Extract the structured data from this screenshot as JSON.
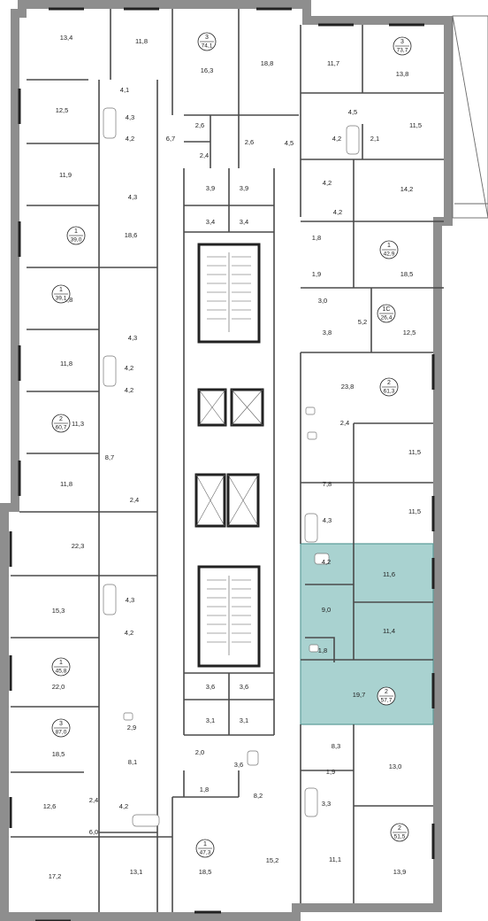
{
  "colors": {
    "wall": "#8e8e8e",
    "highlight": "#a9d2d0",
    "highlight_stroke": "#5f9e9b",
    "text": "#222222"
  },
  "rooms": [
    {
      "id": "r1",
      "label": "13,4"
    },
    {
      "id": "r2",
      "label": "11,8"
    },
    {
      "id": "r3",
      "label": "16,3"
    },
    {
      "id": "r4",
      "label": "18,8"
    },
    {
      "id": "r5",
      "label": "11,7"
    },
    {
      "id": "r6",
      "label": "13,8"
    },
    {
      "id": "r7",
      "label": "4,1"
    },
    {
      "id": "r8",
      "label": "12,5"
    },
    {
      "id": "r9",
      "label": "4,3"
    },
    {
      "id": "r10",
      "label": "4,2"
    },
    {
      "id": "r11",
      "label": "6,7"
    },
    {
      "id": "r12",
      "label": "2,6"
    },
    {
      "id": "r13",
      "label": "2,4"
    },
    {
      "id": "r14",
      "label": "2,6"
    },
    {
      "id": "r15",
      "label": "4,5"
    },
    {
      "id": "r16",
      "label": "4,5"
    },
    {
      "id": "r17",
      "label": "4,2"
    },
    {
      "id": "r18",
      "label": "2,1"
    },
    {
      "id": "r19",
      "label": "11,5"
    },
    {
      "id": "r20",
      "label": "11,9"
    },
    {
      "id": "r21",
      "label": "4,3"
    },
    {
      "id": "r22",
      "label": "3,9"
    },
    {
      "id": "r23",
      "label": "3,9"
    },
    {
      "id": "r24",
      "label": "4,2"
    },
    {
      "id": "r25",
      "label": "14,2"
    },
    {
      "id": "r26",
      "label": "3,4"
    },
    {
      "id": "r27",
      "label": "3,4"
    },
    {
      "id": "r28",
      "label": "4,2"
    },
    {
      "id": "r29",
      "label": "18,6"
    },
    {
      "id": "r30",
      "label": "1,8"
    },
    {
      "id": "r31",
      "label": "18,5"
    },
    {
      "id": "r32",
      "label": "1,9"
    },
    {
      "id": "r33",
      "label": "18,8"
    },
    {
      "id": "r34",
      "label": "3,0"
    },
    {
      "id": "r35",
      "label": "5,2"
    },
    {
      "id": "r36",
      "label": "3,8"
    },
    {
      "id": "r37",
      "label": "12,5"
    },
    {
      "id": "r38",
      "label": "4,3"
    },
    {
      "id": "r39",
      "label": "11,8"
    },
    {
      "id": "r40",
      "label": "4,2"
    },
    {
      "id": "r41",
      "label": "23,8"
    },
    {
      "id": "r42",
      "label": "4,2"
    },
    {
      "id": "r43",
      "label": "11,3"
    },
    {
      "id": "r44",
      "label": "2,4"
    },
    {
      "id": "r45",
      "label": "8,7"
    },
    {
      "id": "r46",
      "label": "11,5"
    },
    {
      "id": "r47",
      "label": "11,8"
    },
    {
      "id": "r48",
      "label": "7,8"
    },
    {
      "id": "r49",
      "label": "2,4"
    },
    {
      "id": "r50",
      "label": "11,5"
    },
    {
      "id": "r51",
      "label": "22,3"
    },
    {
      "id": "r52",
      "label": "4,3"
    },
    {
      "id": "r53",
      "label": "4,2"
    },
    {
      "id": "r54",
      "label": "11,6"
    },
    {
      "id": "r55",
      "label": "15,3"
    },
    {
      "id": "r56",
      "label": "4,3"
    },
    {
      "id": "r57",
      "label": "9,0"
    },
    {
      "id": "r58",
      "label": "4,2"
    },
    {
      "id": "r59",
      "label": "11,4"
    },
    {
      "id": "r60",
      "label": "1,8"
    },
    {
      "id": "r61",
      "label": "22,0"
    },
    {
      "id": "r62",
      "label": "19,7"
    },
    {
      "id": "r63",
      "label": "3,6"
    },
    {
      "id": "r64",
      "label": "3,6"
    },
    {
      "id": "r65",
      "label": "3,1"
    },
    {
      "id": "r66",
      "label": "3,1"
    },
    {
      "id": "r67",
      "label": "2,9"
    },
    {
      "id": "r68",
      "label": "18,5"
    },
    {
      "id": "r69",
      "label": "8,1"
    },
    {
      "id": "r70",
      "label": "2,0"
    },
    {
      "id": "r71",
      "label": "8,3"
    },
    {
      "id": "r72",
      "label": "13,0"
    },
    {
      "id": "r73",
      "label": "3,6"
    },
    {
      "id": "r74",
      "label": "1,9"
    },
    {
      "id": "r75",
      "label": "1,8"
    },
    {
      "id": "r76",
      "label": "8,2"
    },
    {
      "id": "r77",
      "label": "2,4"
    },
    {
      "id": "r78",
      "label": "12,6"
    },
    {
      "id": "r79",
      "label": "6,0"
    },
    {
      "id": "r80",
      "label": "4,2"
    },
    {
      "id": "r81",
      "label": "3,3"
    },
    {
      "id": "r82",
      "label": "17,2"
    },
    {
      "id": "r83",
      "label": "13,1"
    },
    {
      "id": "r84",
      "label": "18,5"
    },
    {
      "id": "r85",
      "label": "15,2"
    },
    {
      "id": "r86",
      "label": "11,1"
    },
    {
      "id": "r87",
      "label": "13,9"
    }
  ],
  "apartments": [
    {
      "id": "a1",
      "rooms": "3",
      "area": "74,1"
    },
    {
      "id": "a2",
      "rooms": "3",
      "area": "73,7"
    },
    {
      "id": "a3",
      "rooms": "1",
      "area": "39,0"
    },
    {
      "id": "a4",
      "rooms": "1",
      "area": "42,9"
    },
    {
      "id": "a5",
      "rooms": "1",
      "area": "39,1"
    },
    {
      "id": "a6",
      "rooms": "1С",
      "area": "26,4"
    },
    {
      "id": "a7",
      "rooms": "2",
      "area": "61,3"
    },
    {
      "id": "a8",
      "rooms": "2",
      "area": "60,7"
    },
    {
      "id": "a9",
      "rooms": "2",
      "area": "57,7"
    },
    {
      "id": "a10",
      "rooms": "1",
      "area": "45,8"
    },
    {
      "id": "a11",
      "rooms": "3",
      "area": "87,0"
    },
    {
      "id": "a12",
      "rooms": "1",
      "area": "47,3"
    },
    {
      "id": "a13",
      "rooms": "2",
      "area": "51,5"
    }
  ],
  "highlighted_apartment": "a9"
}
